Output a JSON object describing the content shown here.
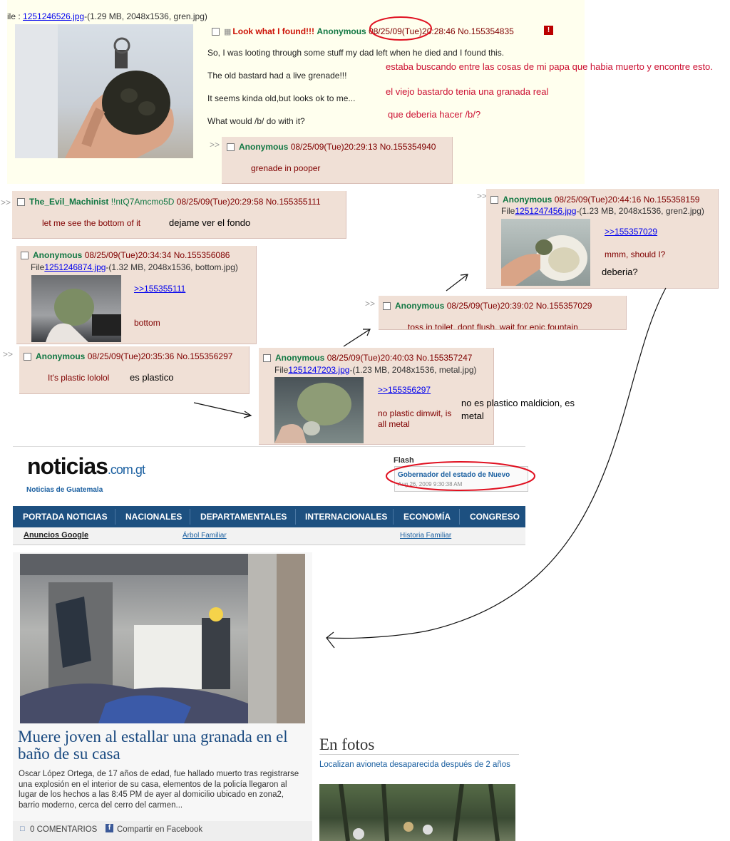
{
  "op": {
    "file_prefix": "ile : ",
    "file_link": "1251246526.jpg",
    "file_info": "-(1.29 MB, 2048x1536, gren.jpg)",
    "subject": "Look what I found!!!",
    "name": "Anonymous",
    "datetime": "08/25/09(Tue)20:28:46",
    "postno": "No.155354835",
    "lines": [
      "So, I was looting through some stuff my dad left when he died and I found this.",
      "The old bastard had a live grenade!!!",
      "It seems kinda old,but looks ok to me...",
      "What would /b/ do with it?"
    ],
    "translations": [
      "estaba buscando entre las cosas de mi papa que habia muerto y encontre esto.",
      "el viejo bastardo tenia una granada real",
      "que deberia hacer /b/?"
    ]
  },
  "replies": {
    "r1": {
      "name": "Anonymous",
      "datetime": "08/25/09(Tue)20:29:13",
      "postno": "No.155354940",
      "msg": "grenade in pooper"
    },
    "r2": {
      "name": "The_Evil_Machinist",
      "trip": "!!ntQ7Amcmo5D",
      "datetime": "08/25/09(Tue)20:29:58",
      "postno": "No.155355111",
      "msg": "let me see the bottom of it",
      "trans": "dejame ver el fondo"
    },
    "r3": {
      "name": "Anonymous",
      "datetime": "08/25/09(Tue)20:34:34",
      "postno": "No.155356086",
      "file_prefix": "File",
      "file_link": "1251246874.jpg",
      "file_info": "-(1.32 MB, 2048x1536, bottom.jpg)",
      "quote": ">>155355111",
      "msg": "bottom"
    },
    "r4": {
      "name": "Anonymous",
      "datetime": "08/25/09(Tue)20:35:36",
      "postno": "No.155356297",
      "msg": "It's plastic lololol",
      "trans": "es plastico"
    },
    "r5": {
      "name": "Anonymous",
      "datetime": "08/25/09(Tue)20:40:03",
      "postno": "No.155357247",
      "file_prefix": "File",
      "file_link": "1251247203.jpg",
      "file_info": "-(1.23 MB, 2048x1536, metal.jpg)",
      "quote": ">>155356297",
      "msg1": "no plastic dimwit, is",
      "msg2": "all metal",
      "trans1": "no es plastico maldicion, es",
      "trans2": "metal"
    },
    "r6": {
      "name": "Anonymous",
      "datetime": "08/25/09(Tue)20:39:02",
      "postno": "No.155357029",
      "msg": "toss in toilet. dont flush. wait for epic fountain"
    },
    "r7": {
      "name": "Anonymous",
      "datetime": "08/25/09(Tue)20:44:16",
      "postno": "No.155358159",
      "file_prefix": "File",
      "file_link": "1251247456.jpg",
      "file_info": "-(1.23 MB, 2048x1536, gren2.jpg)",
      "quote": ">>155357029",
      "msg": "mmm, should I?",
      "trans": "deberia?"
    }
  },
  "quote_arrows": ">>",
  "news": {
    "logo": "noticias",
    "logo_tld": ".com.gt",
    "logo_sub": "Noticias de Guatemala",
    "flash_label": "Flash",
    "flash_text": "Gobernador del estado de Nuevo",
    "flash_date": "Aug 26, 2009 9:30:38 AM",
    "nav": [
      "PORTADA NOTICIAS",
      "NACIONALES",
      "DEPARTAMENTALES",
      "INTERNACIONALES",
      "ECONOMÍA",
      "CONGRESO"
    ],
    "ads_label": "Anuncios Google",
    "ad1": "Árbol Familiar",
    "ad2": "Historia Familiar",
    "headline": "Muere joven al estallar una granada en el baño de su casa",
    "story": "Oscar López Ortega, de 17 años de edad, fue hallado muerto tras registrarse una explosión en el interior de su casa, elementos de la policía llegaron al lugar de los hechos a las 8:45 PM de ayer al domicilio ubicado en zona2, barrio moderno, cerca del cerro del carmen...",
    "comments": "0 COMENTARIOS",
    "share": "Compartir en Facebook",
    "photos_title": "En fotos",
    "photos_caption": "Localizan avioneta desaparecida después de 2 años"
  },
  "colors": {
    "post_bg": "#f0e0d6",
    "board_bg": "#ffffee",
    "name": "#117743",
    "subject": "#cc1105",
    "nav": "#1d5080",
    "annotation": "#cc1133"
  }
}
